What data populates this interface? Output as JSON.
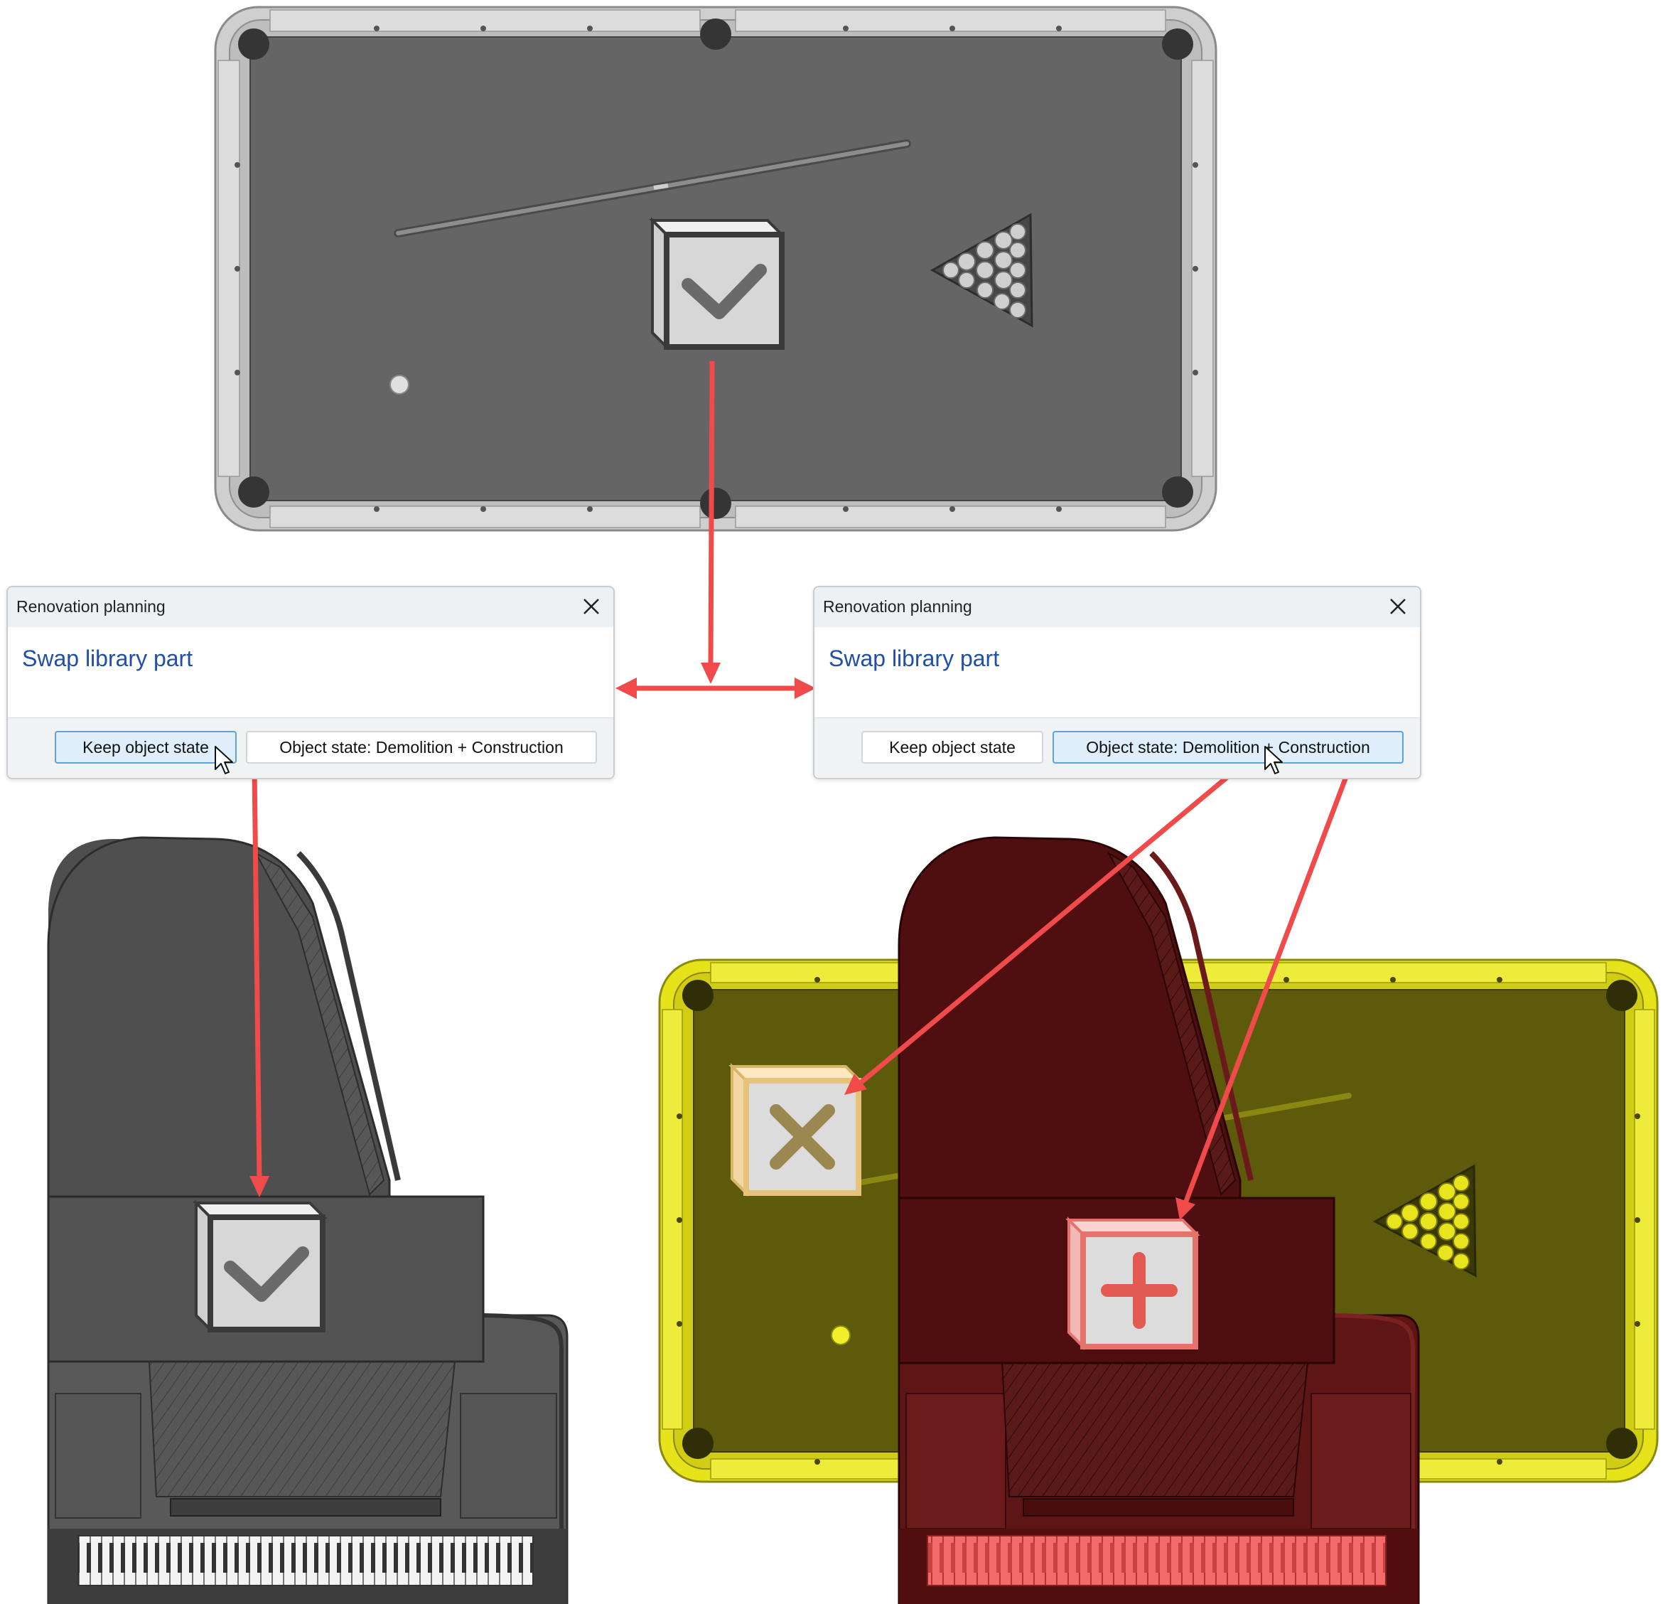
{
  "dialog_left": {
    "title": "Renovation planning",
    "heading": "Swap library part",
    "keep_label": "Keep object state",
    "demolition_label": "Object state: Demolition + Construction",
    "active_button": "keep"
  },
  "dialog_right": {
    "title": "Renovation planning",
    "heading": "Swap library part",
    "keep_label": "Keep object state",
    "demolition_label": "Object state: Demolition + Construction",
    "active_button": "demolition"
  },
  "colors": {
    "arrow": "#f04a4a",
    "existing_gray": "#5b5b5b",
    "demolition_yellow": "#e3e11a",
    "new_construction_red": "#4f0f10",
    "keys_red": "#f36a6a"
  },
  "icons": {
    "existing": "checkmark-cube-icon",
    "demolition": "x-cube-icon",
    "new_construction": "plus-cube-icon"
  }
}
